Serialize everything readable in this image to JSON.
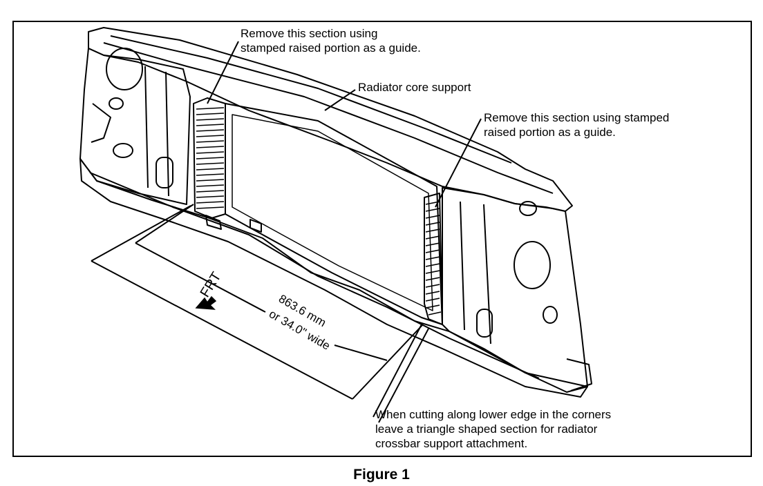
{
  "callouts": {
    "left_section": [
      "Remove this section using",
      "stamped raised portion as a guide."
    ],
    "core_support": "Radiator core support",
    "right_section": [
      "Remove this section using stamped",
      "raised portion as a guide."
    ],
    "lower_edge": [
      "When cutting along lower edge in the corners",
      "leave a triangle shaped section for radiator",
      "crossbar support attachment."
    ]
  },
  "dimension": {
    "line1": "863.6 mm",
    "line2": "or 34.0\" wide"
  },
  "direction": {
    "label": "FRT"
  },
  "caption": "Figure 1"
}
